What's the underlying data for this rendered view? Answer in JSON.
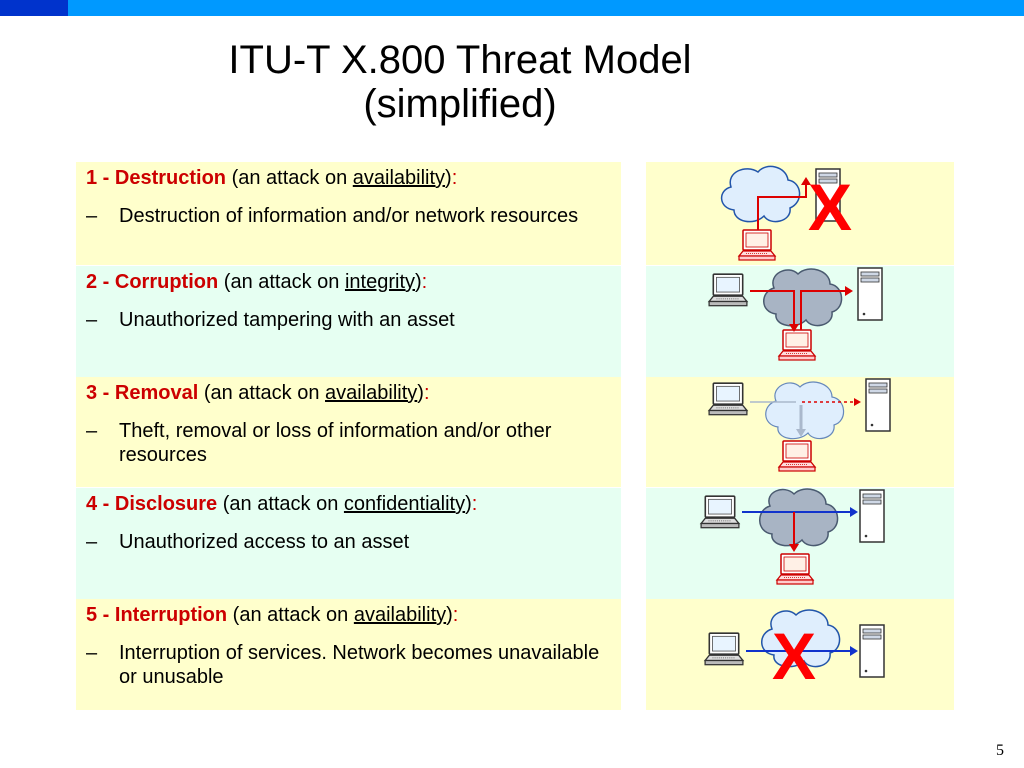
{
  "slide": {
    "title_line1": "ITU-T X.800 Threat Model",
    "title_line2": "(simplified)",
    "page_number": "5"
  },
  "threats": [
    {
      "label": "1 - Destruction",
      "pre": "(an attack on ",
      "target": "availability",
      "post": ")",
      "colon": ":",
      "dash": "–",
      "description": "Destruction of information and/or network resources"
    },
    {
      "label": "2 - Corruption",
      "pre": "(an attack on ",
      "target": "integrity",
      "post": ")",
      "colon": ":",
      "dash": "–",
      "description": "Unauthorized tampering with an asset"
    },
    {
      "label": "3 - Removal",
      "pre": "(an attack on ",
      "target": "availability",
      "post": ")",
      "colon": ":",
      "dash": "–",
      "description": "Theft, removal or loss of information and/or other resources"
    },
    {
      "label": "4 - Disclosure",
      "pre": "(an attack on ",
      "target": "confidentiality",
      "post": ")",
      "colon": ":",
      "dash": "–",
      "description": "Unauthorized access to an asset"
    },
    {
      "label": "5 - Interruption",
      "pre": "(an attack on ",
      "target": "availability",
      "post": ")",
      "colon": ":",
      "dash": "–",
      "description": "Interruption of services. Network becomes unavailable or unusable"
    }
  ],
  "diagram_marks": {
    "x1": "X",
    "x5": "X"
  },
  "colors": {
    "bar": "#0099ff",
    "bar_square": "#0033cc",
    "label": "#cc0000",
    "row_yellow": "#ffffcc",
    "row_green": "#e6fff2"
  }
}
